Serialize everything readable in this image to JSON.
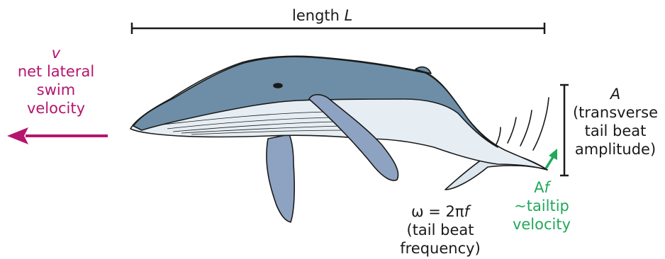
{
  "length": {
    "prefix": "length ",
    "symbol": "L"
  },
  "velocity": {
    "symbol": "v",
    "lines": [
      "net lateral",
      "swim",
      "velocity"
    ]
  },
  "amplitude": {
    "symbol": "A",
    "lines": [
      "(transverse",
      "tail beat",
      "amplitude)"
    ]
  },
  "frequency": {
    "prefix": "ω = 2π",
    "symbol": "f",
    "lines": [
      "(tail beat",
      "frequency)"
    ]
  },
  "tailtip": {
    "prefix": "A",
    "symbol": "f",
    "lines": [
      "~tailtip",
      "velocity"
    ]
  },
  "colors": {
    "velocity": "#b5156e",
    "tailtip": "#22a85a",
    "whale_back": "#6d8ea6",
    "whale_belly": "#e6eef4",
    "fin": "#8ea3c2",
    "outline": "#1a1a1a"
  }
}
